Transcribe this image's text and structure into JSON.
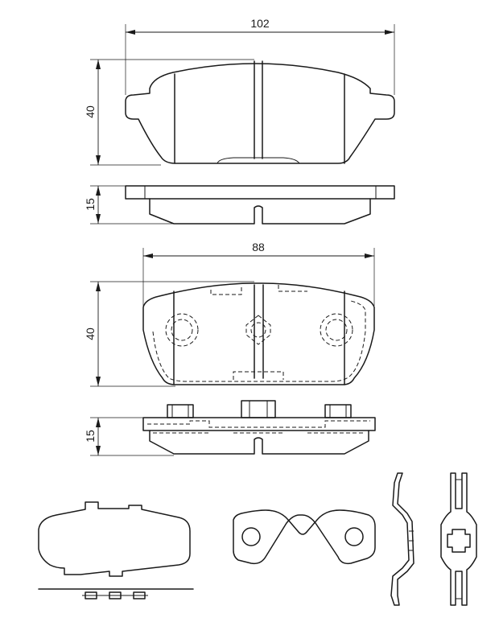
{
  "dimensions": {
    "width_top": "102",
    "height_top": "40",
    "thickness_top": "15",
    "width_bottom": "88",
    "height_bottom": "40",
    "thickness_bottom": "15"
  }
}
